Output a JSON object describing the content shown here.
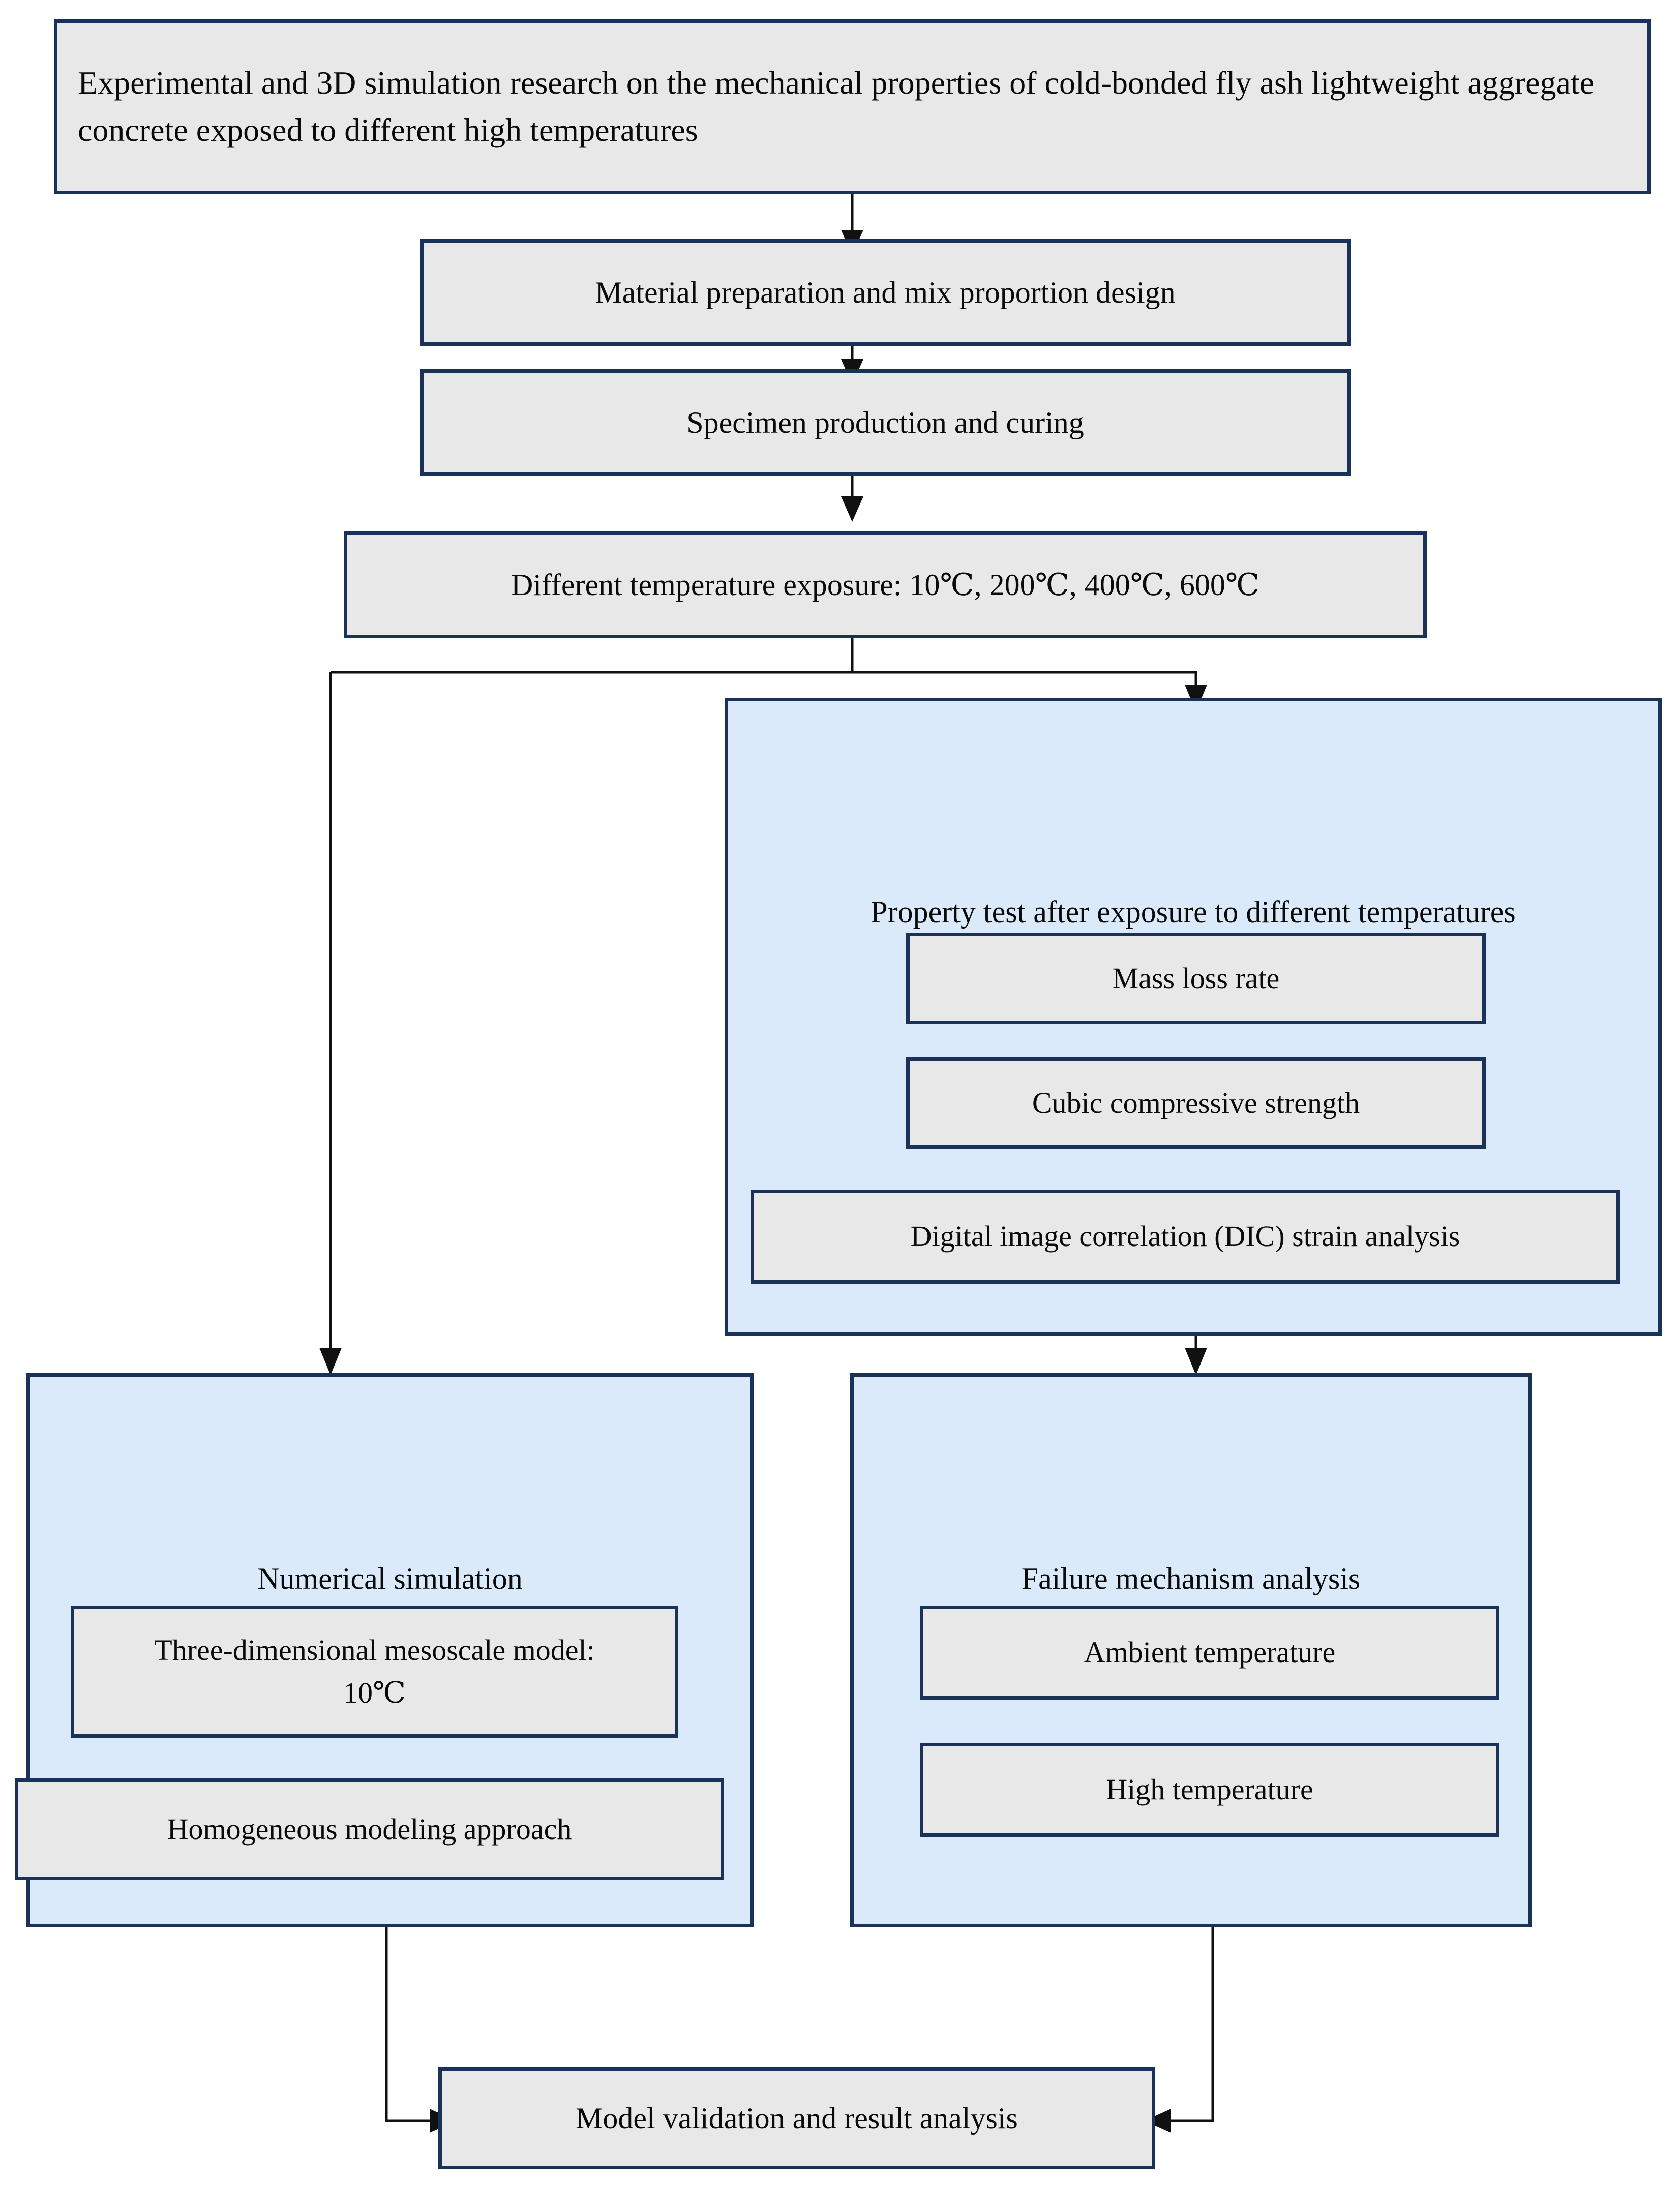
{
  "diagram": {
    "title_box": {
      "label": "Experimental and 3D simulation research on the mechanical properties of cold-bonded fly ash lightweight aggregate concrete exposed to different high temperatures"
    },
    "steps": [
      {
        "label": "Material preparation and mix proportion design"
      },
      {
        "label": "Specimen production and curing"
      },
      {
        "label": "Different temperature exposure: 10℃, 200℃, 400℃, 600℃"
      }
    ],
    "property_panel": {
      "label": "Property test after exposure to different temperatures",
      "items": [
        {
          "label": "Mass loss rate"
        },
        {
          "label": "Cubic compressive strength"
        },
        {
          "label": "Digital image correlation (DIC) strain analysis"
        }
      ]
    },
    "simulation_panel": {
      "label": "Numerical simulation",
      "items": [
        {
          "label": "Three-dimensional mesoscale model: 10℃"
        },
        {
          "label": "Homogeneous modeling approach"
        }
      ]
    },
    "failure_panel": {
      "label": "Failure mechanism analysis",
      "items": [
        {
          "label": "Ambient temperature"
        },
        {
          "label": "High temperature"
        }
      ]
    },
    "result_box": {
      "label": "Model validation and result analysis"
    },
    "colors": {
      "border": "#1a3258",
      "gray_fill": "#e8e8e8",
      "blue_fill": "#dbeafa",
      "connector": "#111111",
      "text": "#0a0a0a",
      "background": "#ffffff"
    }
  }
}
